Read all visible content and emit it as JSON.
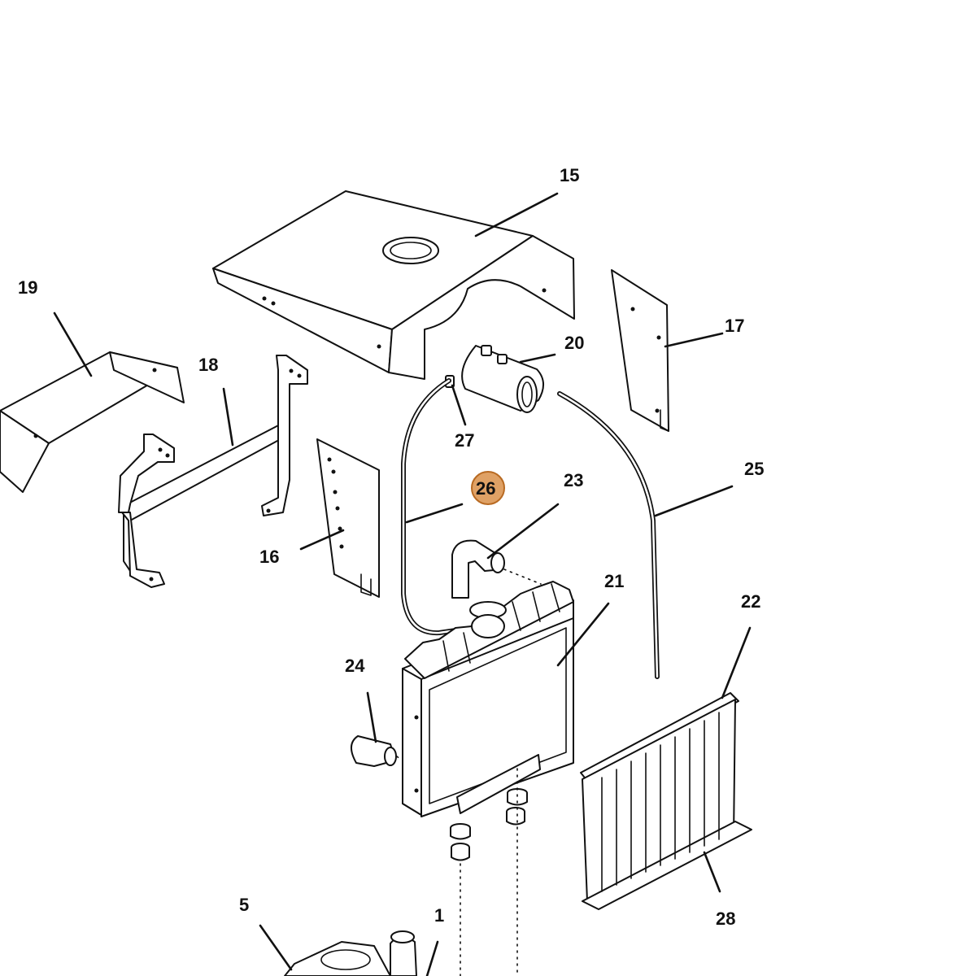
{
  "highlight": {
    "part": "26",
    "fill": "#D9904A",
    "stroke": "#B86A22"
  },
  "callouts": {
    "c1": "1",
    "c5": "5",
    "c15": "15",
    "c16": "16",
    "c17": "17",
    "c18": "18",
    "c19": "19",
    "c20": "20",
    "c21": "21",
    "c22": "22",
    "c23": "23",
    "c24": "24",
    "c25": "25",
    "c26": "26",
    "c27": "27",
    "c28": "28"
  }
}
